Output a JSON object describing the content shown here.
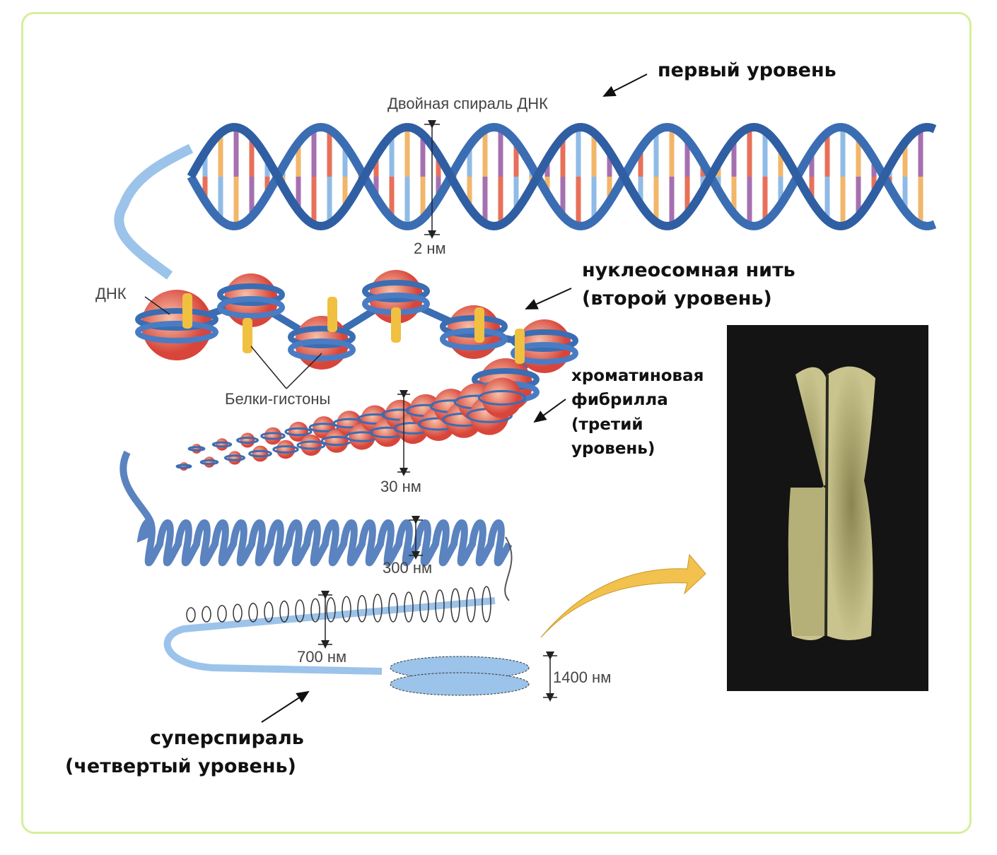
{
  "levels": {
    "first": "первый уровень",
    "second_line1": "нуклеосомная нить",
    "second_line2": "(второй уровень)",
    "third_line1": "хроматиновая",
    "third_line2": "фибрилла",
    "third_line3": "(третий",
    "third_line4": "уровень)",
    "fourth_line1": "суперспираль",
    "fourth_line2": "(четвертый уровень)"
  },
  "diagram_labels": {
    "double_helix": "Двойная спираль ДНК",
    "dna": "ДНК",
    "histones": "Белки-гистоны",
    "size_2": "2 нм",
    "size_30": "30 нм",
    "size_300": "300 нм",
    "size_700": "700 нм",
    "size_1400": "1400 нм"
  },
  "colors": {
    "frame": "#d4f09a",
    "helix": "#3b6db3",
    "nucleosome": "#e0604a",
    "histone_linker": "#f0c040",
    "photo_bg": "#111111",
    "chromosome": "#b8b27a"
  }
}
